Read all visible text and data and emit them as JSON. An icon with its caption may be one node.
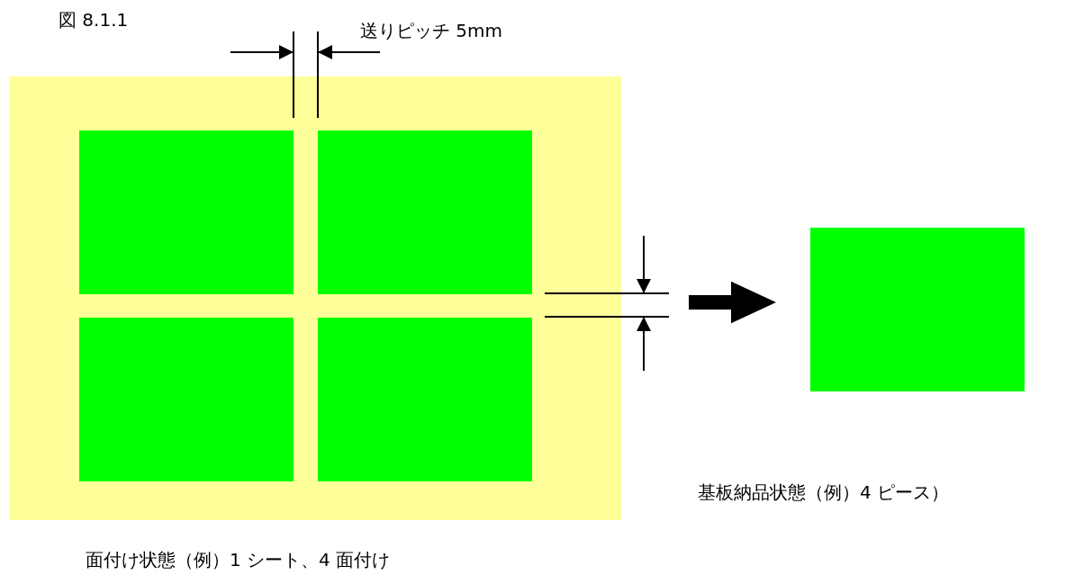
{
  "diagram": {
    "title": "図 8.1.1",
    "nodes": [
      {
        "text": [],
        "shape": "box"
      },
      {
        "text": [],
        "shape": "box",
        "in": 0
      },
      {
        "text": [],
        "shape": "box",
        "in": 0
      },
      {
        "text": [],
        "shape": "box",
        "in": 0
      },
      {
        "text": [],
        "shape": "box",
        "in": 0
      },
      {
        "text": [],
        "shape": "box"
      }
    ],
    "edges": [
      {
        "from": 0,
        "to": 5,
        "arrow": "to",
        "style": "thick"
      }
    ],
    "labels": [
      "送りピッチ 5mm",
      "基板納品状態（例）4 ピース）",
      "面付け状態（例）1 シート、4 面付け"
    ]
  }
}
